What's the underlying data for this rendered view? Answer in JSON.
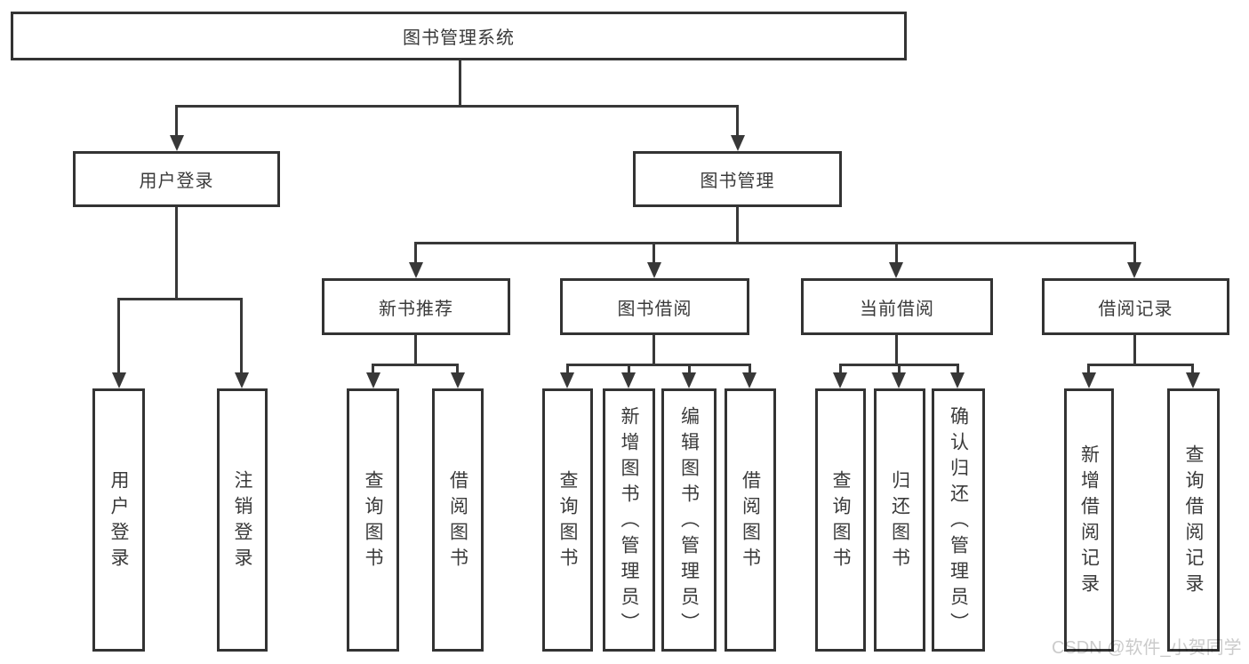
{
  "diagram_title": "图书管理系统",
  "tree": {
    "root": {
      "label": "图书管理系统",
      "children": [
        {
          "label": "用户登录",
          "children": [
            {
              "label": "用户登录"
            },
            {
              "label": "注销登录"
            }
          ]
        },
        {
          "label": "图书管理",
          "children": [
            {
              "label": "新书推荐",
              "children": [
                {
                  "label": "查询图书"
                },
                {
                  "label": "借阅图书"
                }
              ]
            },
            {
              "label": "图书借阅",
              "children": [
                {
                  "label": "查询图书"
                },
                {
                  "label": "新增图书（管理员）"
                },
                {
                  "label": "编辑图书（管理员）"
                },
                {
                  "label": "借阅图书"
                }
              ]
            },
            {
              "label": "当前借阅",
              "children": [
                {
                  "label": "查询图书"
                },
                {
                  "label": "归还图书"
                },
                {
                  "label": "确认归还（管理员）"
                }
              ]
            },
            {
              "label": "借阅记录",
              "children": [
                {
                  "label": "新增借阅记录"
                },
                {
                  "label": "查询借阅记录"
                }
              ]
            }
          ]
        }
      ]
    }
  },
  "watermark": {
    "text": "CSDN @软件_小贺同学"
  },
  "colors": {
    "line": "#383838",
    "box_border": "#333333",
    "text": "#3a3a3a",
    "watermark": "#cbcbcb",
    "background": "#ffffff"
  }
}
